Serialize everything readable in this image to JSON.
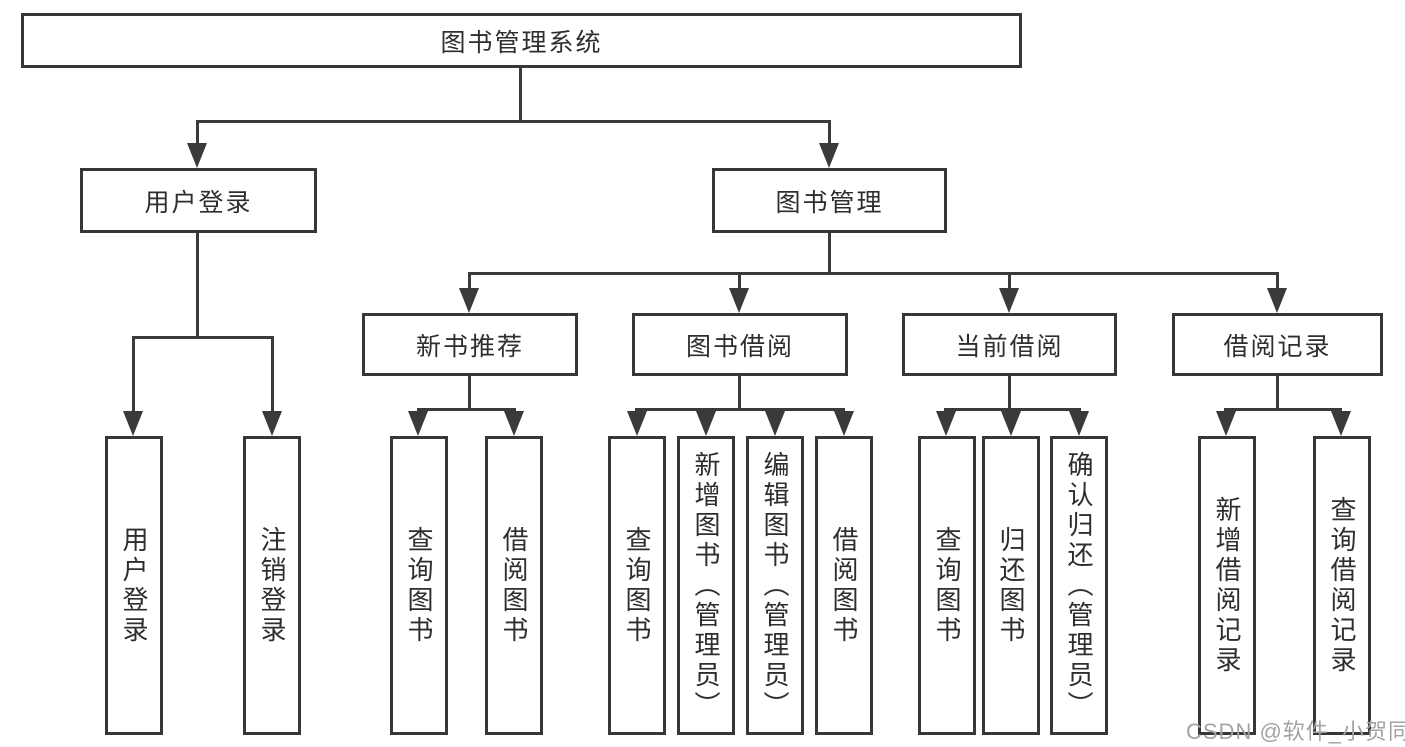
{
  "nodes": {
    "root": "图书管理系统",
    "user_login": "用户登录",
    "book_mgmt": "图书管理",
    "new_book_rec": "新书推荐",
    "book_borrow": "图书借阅",
    "current_borrow": "当前借阅",
    "borrow_records": "借阅记录",
    "leaf_user_login": "用户登录",
    "leaf_logout": "注销登录",
    "leaf_query_books_nbr": "查询图书",
    "leaf_borrow_books_nbr": "借阅图书",
    "leaf_query_books_bb": "查询图书",
    "leaf_add_books": "新增图书（管理员）",
    "leaf_edit_books": "编辑图书（管理员）",
    "leaf_borrow_books_bb": "借阅图书",
    "leaf_query_books_cb": "查询图书",
    "leaf_return_books": "归还图书",
    "leaf_confirm_return": "确认归还（管理员）",
    "leaf_add_record": "新增借阅记录",
    "leaf_query_record": "查询借阅记录"
  },
  "colors": {
    "line": "#3a3a3a",
    "border": "#373737",
    "text": "#2e2e2e",
    "watermark": "#a3a3a3",
    "background": "#ffffff"
  },
  "watermark": "CSDN @软件_小贺同学"
}
